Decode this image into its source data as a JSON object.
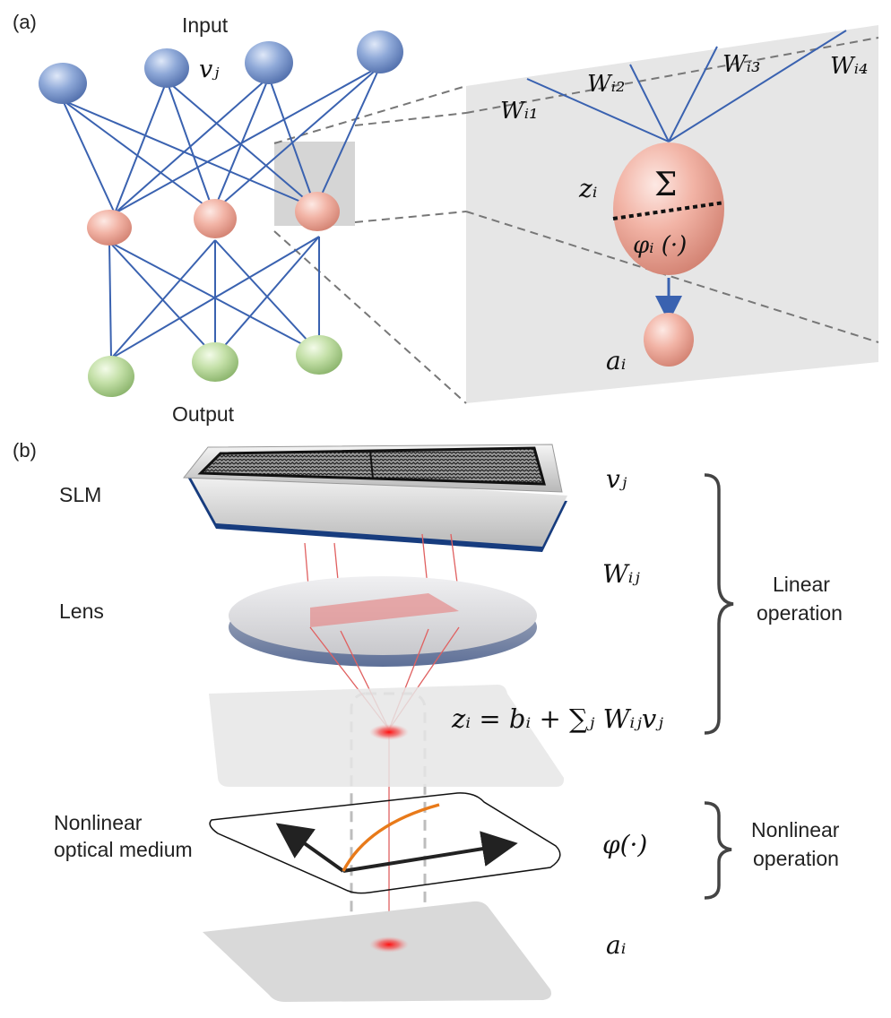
{
  "panel_a": {
    "tag": "(a)",
    "input_label": "Input",
    "output_label": "Output",
    "input_var": "vⱼ",
    "weights": [
      "Wᵢ₁",
      "Wᵢ₂",
      "Wᵢ₃",
      "Wᵢ₄"
    ],
    "z_label": "zᵢ",
    "sum_symbol": "Σ",
    "activation": "φᵢ (·)",
    "a_label": "aᵢ"
  },
  "panel_b": {
    "tag": "(b)",
    "slm_label": "SLM",
    "lens_label": "Lens",
    "nonlinear_medium_line1": "Nonlinear",
    "nonlinear_medium_line2": "optical medium",
    "v_label": "vⱼ",
    "w_label": "Wᵢⱼ",
    "equation": "zᵢ = bᵢ + ∑ⱼ Wᵢⱼvⱼ",
    "phi_label": "φ(·)",
    "a_label": "aᵢ",
    "linear_op_line1": "Linear",
    "linear_op_line2": "operation",
    "nonlinear_op_line1": "Nonlinear",
    "nonlinear_op_line2": "operation"
  },
  "colors": {
    "input_node": "#8fa9d8",
    "hidden_node": "#f2b4a6",
    "output_node": "#c4e0a8",
    "edge": "#3a62b0",
    "beam": "#e03030",
    "curve": "#e87a1a",
    "panel_gray": "#e6e6e6"
  }
}
